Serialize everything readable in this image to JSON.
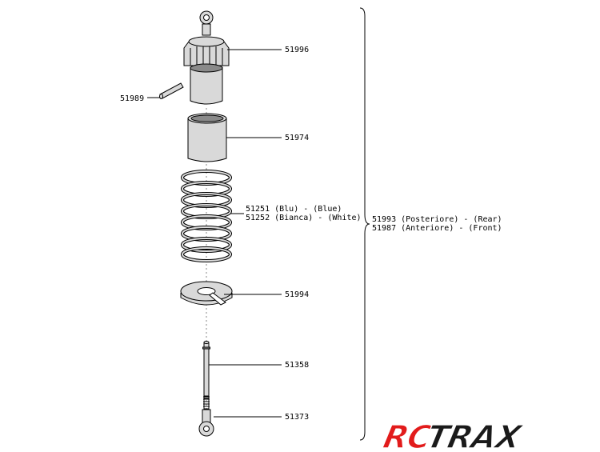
{
  "parts": [
    {
      "id": "shock-body",
      "label": "51996"
    },
    {
      "id": "pin",
      "label": "51989"
    },
    {
      "id": "sleeve",
      "label": "51974"
    },
    {
      "id": "spring-blue",
      "label": "51251 (Blu) - (Blue)"
    },
    {
      "id": "spring-white",
      "label": "51252 (Bianca) - (White)"
    },
    {
      "id": "spring-collar",
      "label": "51994"
    },
    {
      "id": "shaft",
      "label": "51358"
    },
    {
      "id": "rod-end",
      "label": "51373"
    }
  ],
  "assembly": {
    "rear": "51993 (Posteriore) - (Rear)",
    "front": "51987 (Anteriore) - (Front)"
  },
  "logo": {
    "part1": "RC",
    "part2": "TRAX"
  },
  "colors": {
    "logo_red": "#e21b1b",
    "logo_black": "#1a1a1a",
    "logo_outline": "#ffffff"
  }
}
